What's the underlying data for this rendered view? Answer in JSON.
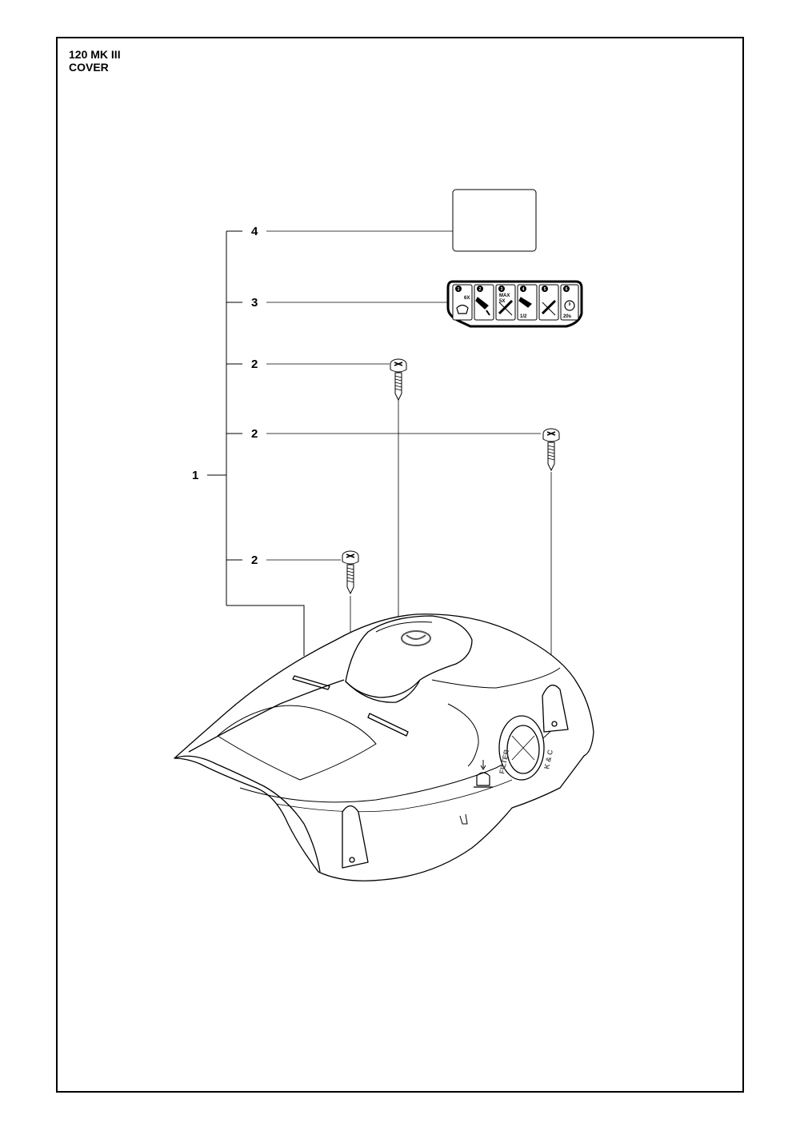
{
  "header": {
    "model": "120 MK III",
    "section": "COVER"
  },
  "callouts": {
    "assembly": "1",
    "screw_a": "2",
    "screw_b": "2",
    "screw_c": "2",
    "decal_instructions": "3",
    "decal_blank": "4"
  },
  "decal": {
    "steps": [
      "1",
      "2",
      "3",
      "4",
      "5",
      "6"
    ],
    "step1_text": "6X",
    "step3_text_top": "MAX",
    "step3_text_bottom": "5X",
    "step4_text": "1/2",
    "step6_text": "20s"
  },
  "cover_embossing": {
    "side_text": "FILTER",
    "edge_text": "K & C"
  },
  "colors": {
    "line": "#000000",
    "decal_fill": "#ffffff",
    "decal_border": "#000000"
  }
}
